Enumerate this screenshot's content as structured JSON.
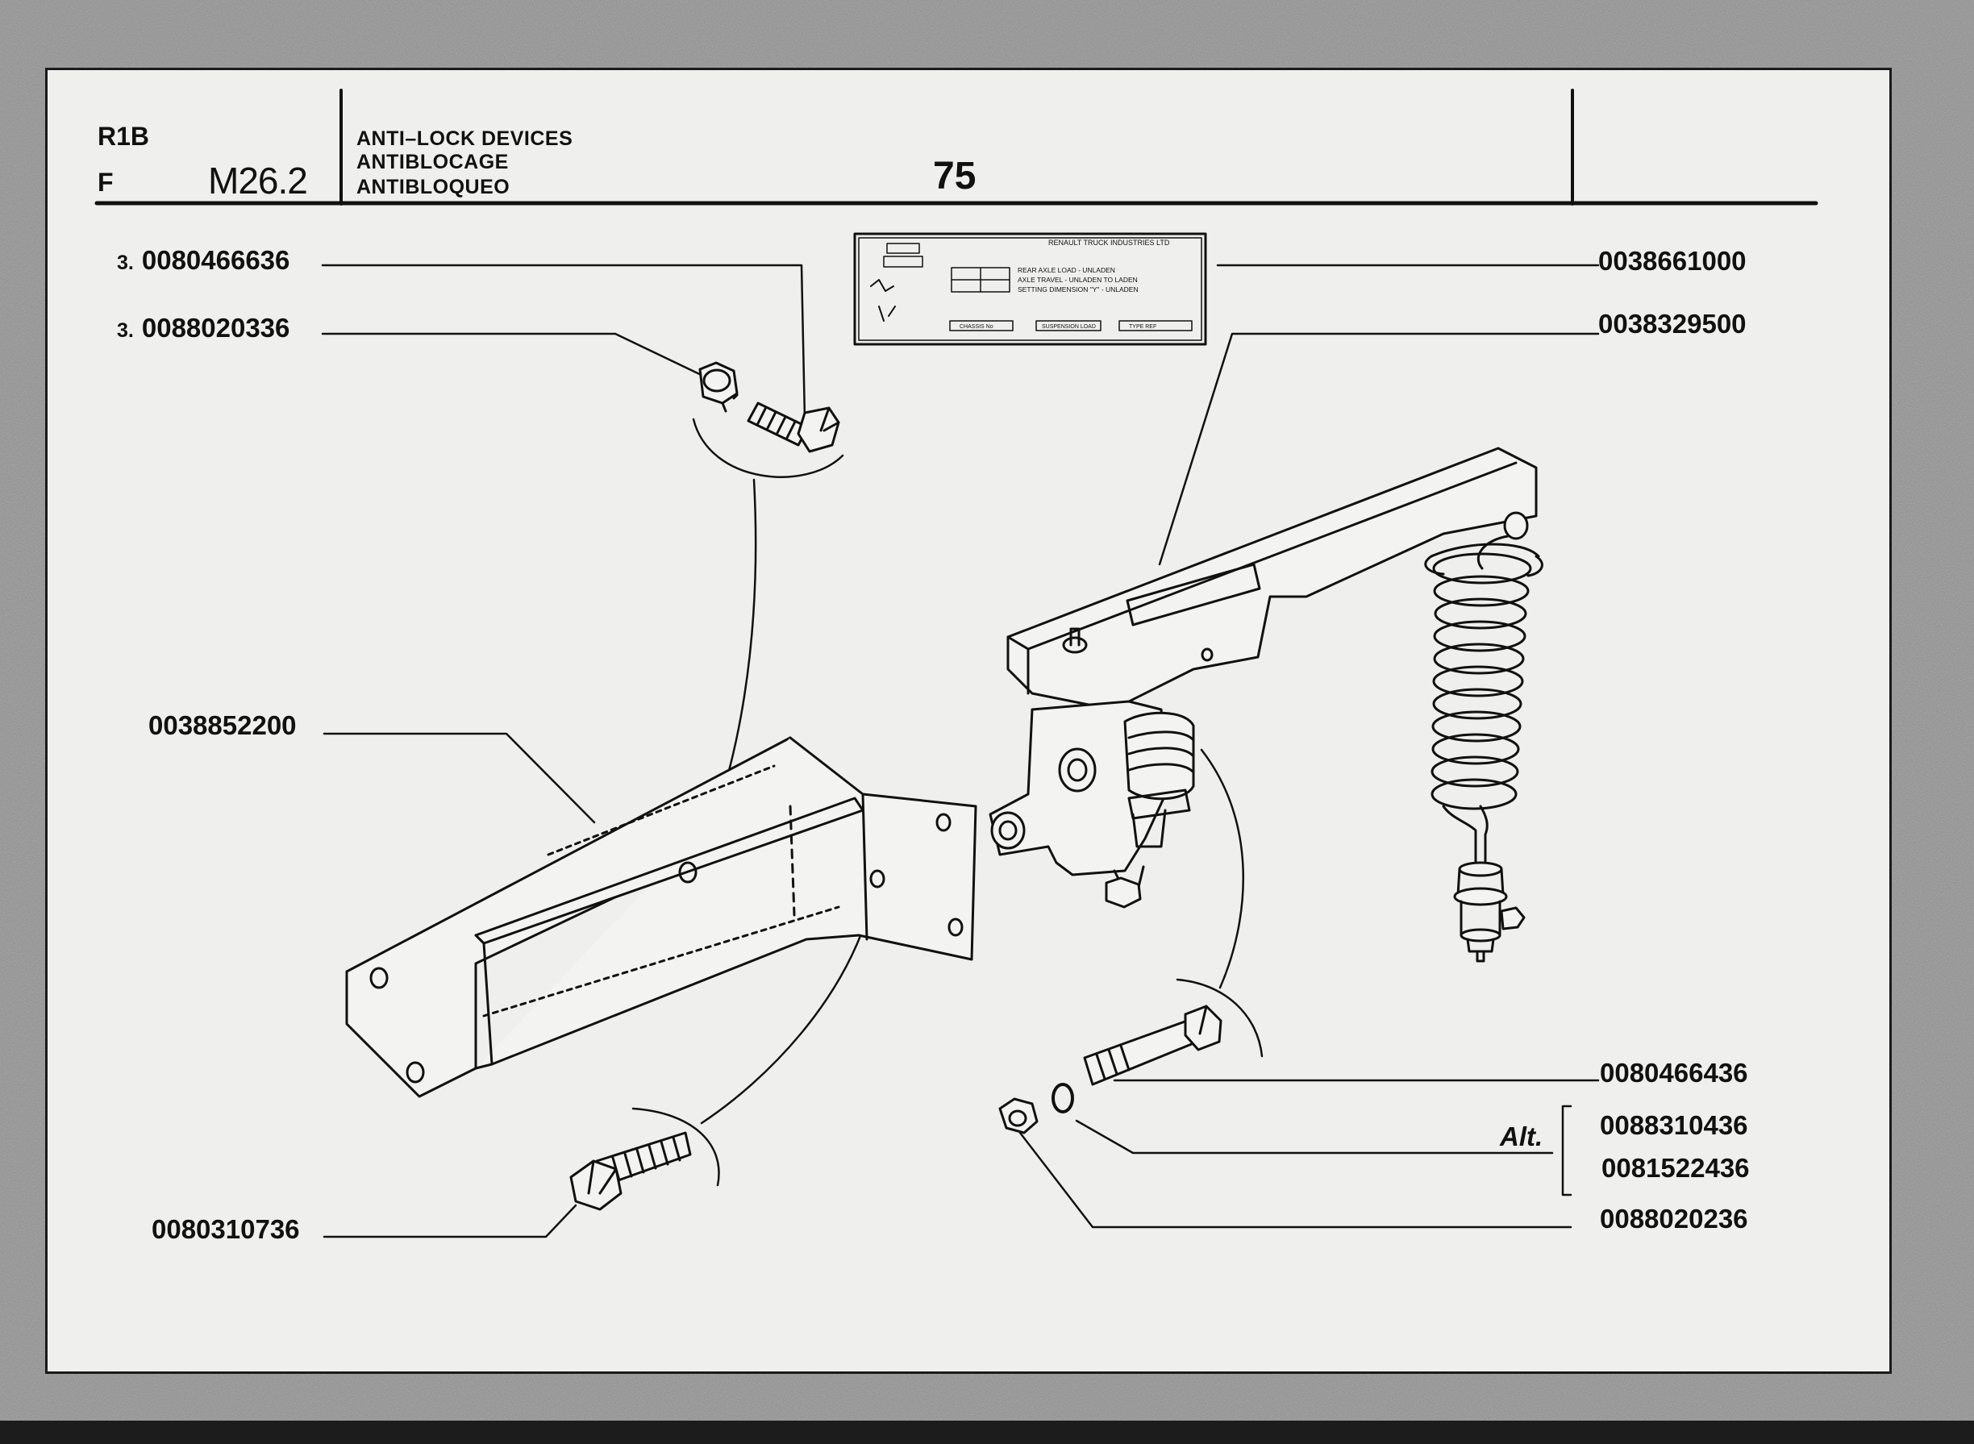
{
  "header": {
    "code_a": "R1B",
    "code_b": "F",
    "code_c": "M26.2",
    "title_lines": [
      "ANTI–LOCK DEVICES",
      "ANTIBLOCAGE",
      "ANTIBLOQUEO"
    ],
    "page_number": "75"
  },
  "parts": [
    {
      "qty": "3.",
      "number": "0080466636"
    },
    {
      "qty": "3.",
      "number": "0088020336"
    },
    {
      "qty": "",
      "number": "0038852200"
    },
    {
      "qty": "",
      "number": "0080310736"
    },
    {
      "qty": "",
      "number": "0038661000"
    },
    {
      "qty": "",
      "number": "0038329500"
    },
    {
      "qty": "",
      "number": "0080466436"
    },
    {
      "qty": "",
      "number": "0088310436"
    },
    {
      "qty": "",
      "number": "0081522436"
    },
    {
      "qty": "",
      "number": "0088020236"
    }
  ],
  "alt_label": "Alt.",
  "plate": {
    "company": "RENAULT TRUCK INDUSTRIES LTD",
    "lines": [
      "REAR AXLE LOAD - UNLADEN",
      "AXLE TRAVEL - UNLADEN TO LADEN",
      "SETTING DIMENSION \"Y\" - UNLADEN"
    ],
    "footer": [
      "CHASSIS No",
      "SUSPENSION LOAD",
      "TYPE REF"
    ]
  }
}
